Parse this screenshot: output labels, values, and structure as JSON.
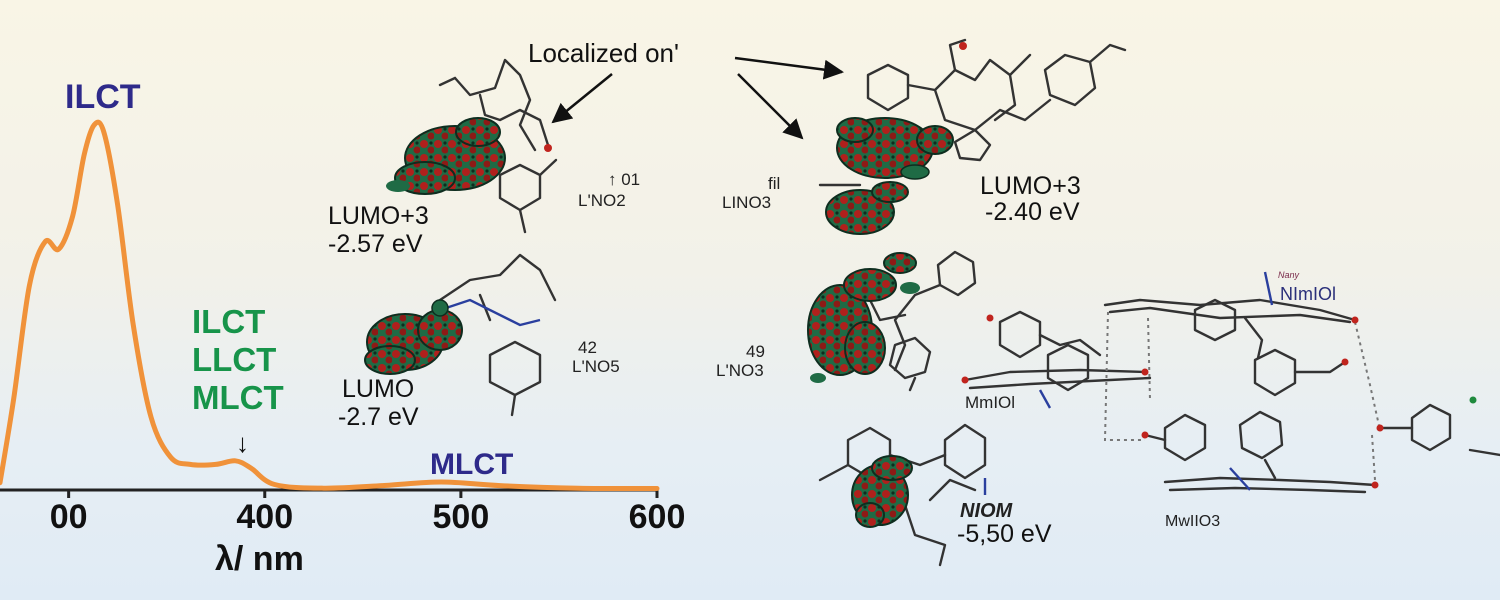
{
  "chart_data": {
    "type": "line",
    "xlabel": "λ/ nm",
    "x_tick_labels": [
      "00",
      "400",
      "500",
      "600"
    ],
    "x_ticks": [
      300,
      400,
      500,
      600
    ],
    "xlim": [
      265,
      600
    ],
    "ylim": [
      0,
      1
    ],
    "series": [
      {
        "color": "#f0923a",
        "points": [
          [
            265,
            0.02
          ],
          [
            272,
            0.25
          ],
          [
            280,
            0.56
          ],
          [
            288,
            0.68
          ],
          [
            295,
            0.66
          ],
          [
            302,
            0.75
          ],
          [
            308,
            0.92
          ],
          [
            313,
            1.0
          ],
          [
            318,
            0.98
          ],
          [
            325,
            0.78
          ],
          [
            333,
            0.45
          ],
          [
            342,
            0.2
          ],
          [
            352,
            0.09
          ],
          [
            362,
            0.07
          ],
          [
            375,
            0.07
          ],
          [
            385,
            0.08
          ],
          [
            393,
            0.06
          ],
          [
            405,
            0.015
          ],
          [
            430,
            0.005
          ],
          [
            460,
            0.012
          ],
          [
            490,
            0.022
          ],
          [
            520,
            0.012
          ],
          [
            560,
            0.005
          ],
          [
            600,
            0.004
          ]
        ]
      }
    ],
    "annotations": {
      "ilct_top": "ILCT",
      "band_group": [
        "ILCT",
        "LLCT",
        "MLCT"
      ],
      "arrow": "↓",
      "mlct_low": "MLCT"
    }
  },
  "diagram": {
    "localized_label": "Localized on'",
    "orbitals": {
      "lumo3_left": {
        "name": "LUMO+3",
        "energy": "-2.57 eV"
      },
      "lumo3_right": {
        "name": "LUMO+3",
        "energy": "-2.40 eV"
      },
      "lumo": {
        "name": "LUMO",
        "energy": "-2.7 eV"
      },
      "homo": {
        "name": "NIOM",
        "energy": "-5,50 eV"
      }
    },
    "labels": {
      "l1_num": "↑ 01",
      "l1_text": "L'NO2",
      "l2_num": "fil",
      "l2_text": "LINO3",
      "l3_num": "42",
      "l3_text": "L'NO5",
      "l4_num": "49",
      "l4_text": "L'NO3",
      "crystal_tag": "Nany",
      "crystal_a": "NImIOl",
      "crystal_b": "MmIOl",
      "crystal_c": "MwIIO3"
    },
    "colors": {
      "orbital_red": "#b0201c",
      "orbital_green": "#1f6b45",
      "band_blue": "#2e2a8a",
      "band_green": "#17944a",
      "curve": "#f0923a"
    }
  }
}
